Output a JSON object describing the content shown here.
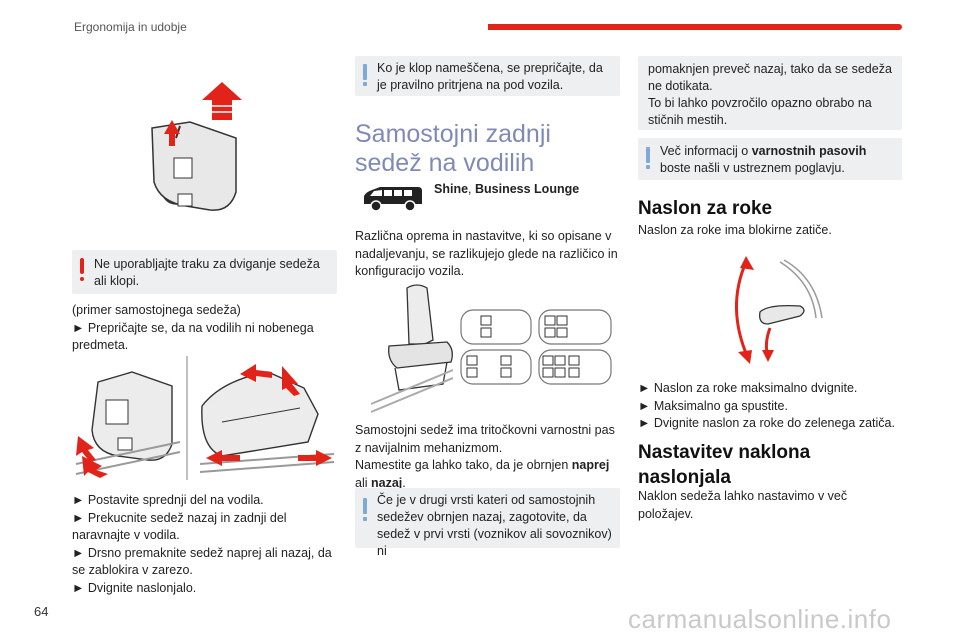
{
  "header": {
    "section_title": "Ergonomija in udobje"
  },
  "page_number": "64",
  "watermark": "carmanualsonline.info",
  "col1": {
    "warning": "Ne uporabljajte traku za dviganje sedeža ali klopi.",
    "para1": "(primer samostojnega sedeža)",
    "step1": "► Prepričajte se, da na vodilih ni nobenega predmeta.",
    "steps": [
      "► Postavite sprednji del na vodila.",
      "► Prekucnite sedež nazaj in zadnji del naravnajte v vodila.",
      "► Drsno premaknite sedež naprej ali nazaj, da se zablokira v zarezo.",
      "► Dvignite naslonjalo."
    ]
  },
  "col2": {
    "info_top": "Ko je klop nameščena, se prepričajte, da je pravilno pritrjena na pod vozila.",
    "heading": "Samostojni zadnji sedež na vodilih",
    "trim_bold_1": "Shine",
    "trim_sep": ", ",
    "trim_bold_2": "Business Lounge",
    "para1": "Različna oprema in nastavitve, ki so opisane v nadaljevanju, se razlikujejo glede na različico in konfiguracijo vozila.",
    "para2_a": "Samostojni sedež ima tritočkovni varnostni pas z navijalnim mehanizmom.",
    "para2_b": "Namestite ga lahko tako, da je obrnjen ",
    "para2_bold1": "naprej",
    "para2_c": " ali ",
    "para2_bold2": "nazaj",
    "para2_d": ".",
    "info_bottom": "Če je v drugi vrsti kateri od samostojnih sedežev obrnjen nazaj, zagotovite, da sedež v prvi vrsti (voznikov ali sovoznikov) ni"
  },
  "col3": {
    "cont_note": "pomaknjen preveč nazaj, tako da se sedeža ne dotikata.\nTo bi lahko povzročilo opazno obrabo na stičnih mestih.",
    "info_a": "Več informacij o ",
    "info_bold": "varnostnih pasovih",
    "info_b": " boste našli v ustreznem poglavju.",
    "heading1": "Naslon za roke",
    "para1": "Naslon za roke ima blokirne zatiče.",
    "steps": [
      "► Naslon za roke maksimalno dvignite.",
      "► Maksimalno ga spustite.",
      "► Dvignite naslon za roke do zelenega zatiča."
    ],
    "heading2": "Nastavitev naklona naslonjala",
    "para2": "Naklon sedeža lahko nastavimo v več položajev."
  },
  "colors": {
    "accent_red": "#e2231a",
    "heading_blue": "#7f8bb5",
    "info_blue": "#7fa9d8",
    "note_bg": "#eeeff1"
  }
}
